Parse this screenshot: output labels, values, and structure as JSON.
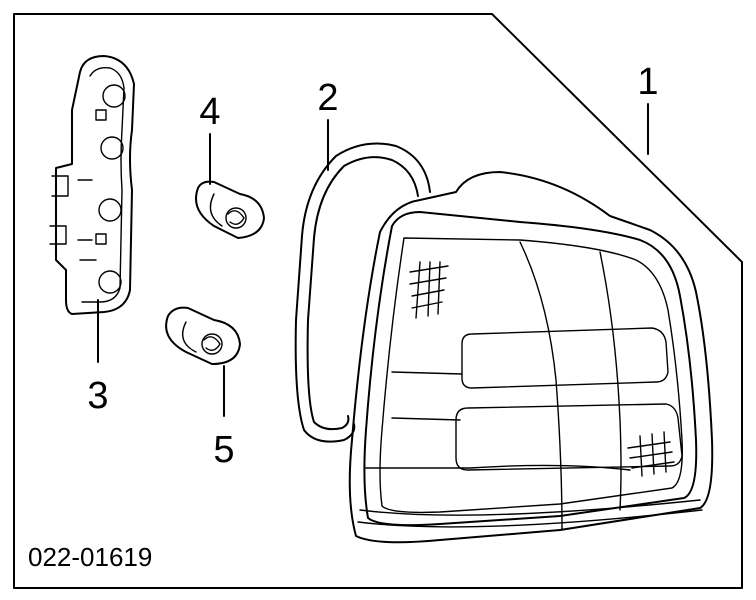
{
  "callouts": [
    {
      "id": "1",
      "label": "1"
    },
    {
      "id": "2",
      "label": "2"
    },
    {
      "id": "3",
      "label": "3"
    },
    {
      "id": "4",
      "label": "4"
    },
    {
      "id": "5",
      "label": "5"
    }
  ],
  "diagram_code": "022-01619"
}
